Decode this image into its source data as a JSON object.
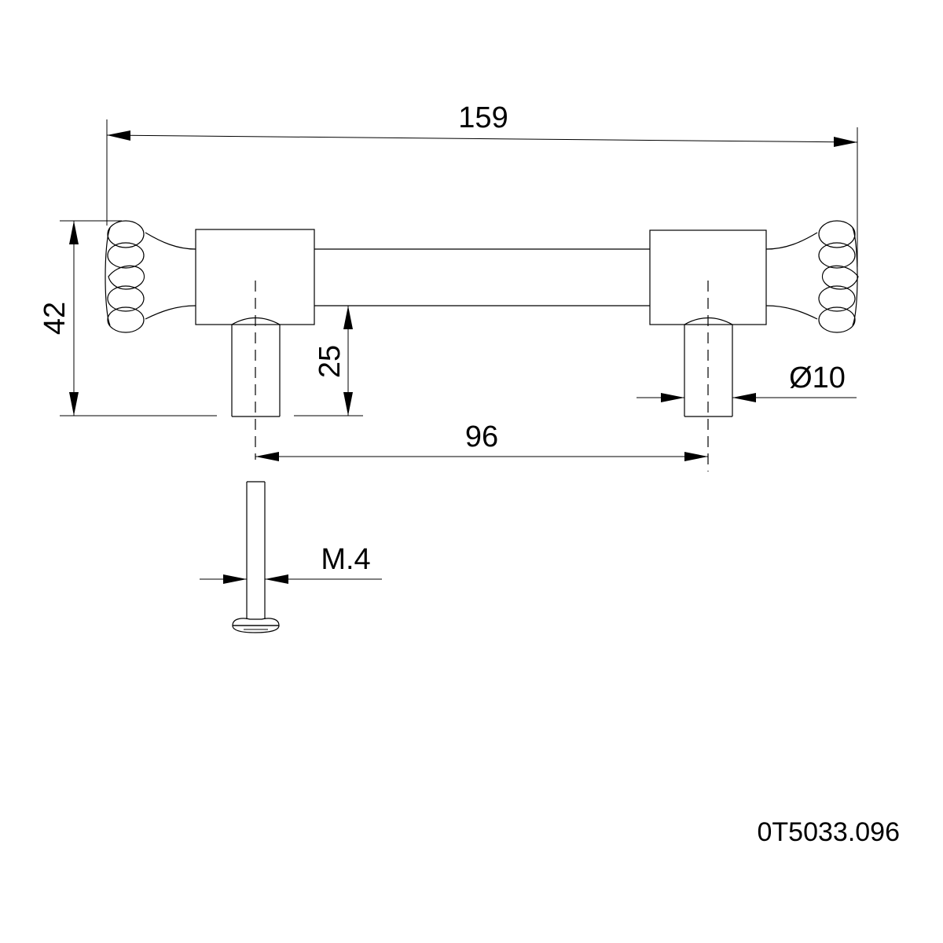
{
  "dimensions": {
    "overall_length": "159",
    "height": "42",
    "leg_height": "25",
    "hole_spacing": "96",
    "leg_diameter": "Ø10",
    "screw_size": "M.4"
  },
  "part_number": "0T5033.096"
}
